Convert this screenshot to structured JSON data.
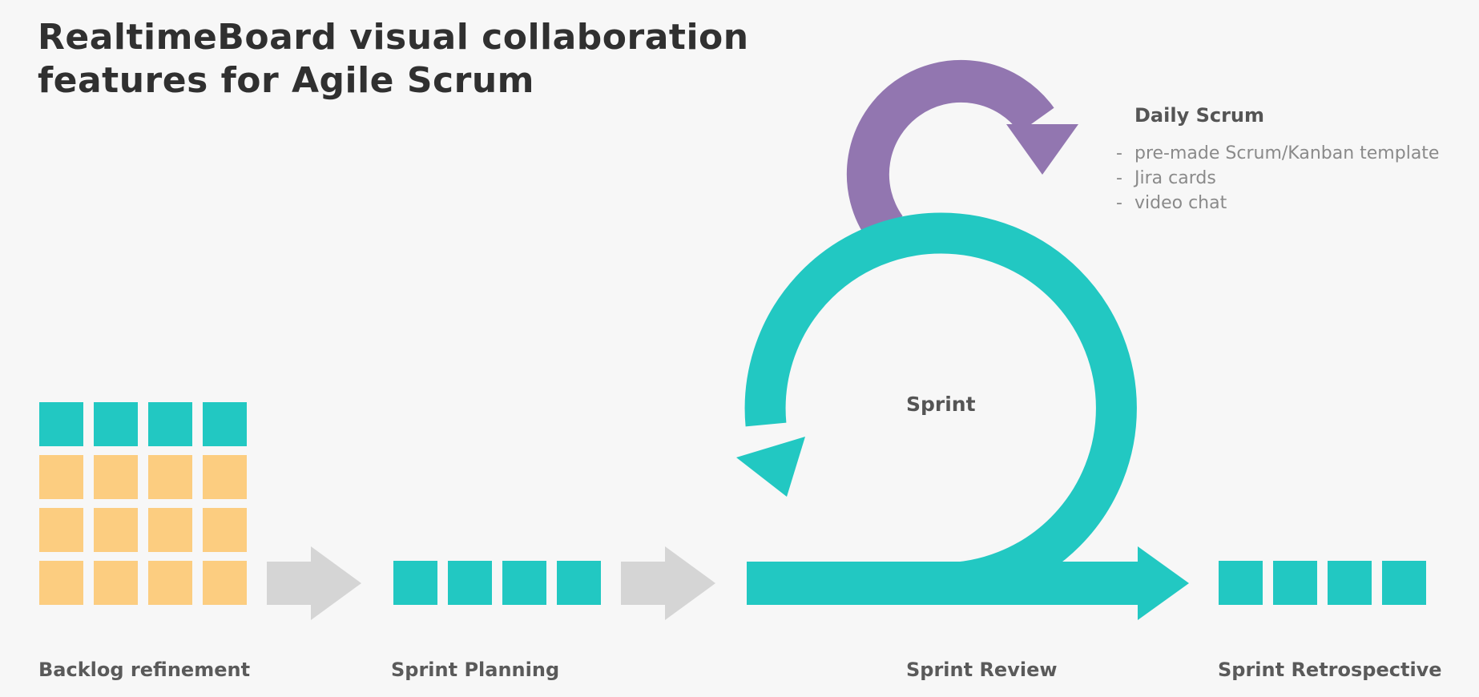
{
  "title": {
    "line1": "RealtimeBoard visual collaboration",
    "line2": "features for Agile Scrum"
  },
  "colors": {
    "background": "#f7f7f7",
    "teal": "#22c8c2",
    "orange": "#fccd80",
    "purple": "#9276b0",
    "grey_arrow": "#d5d5d5",
    "text_dark": "#303030",
    "text_medium": "#555555",
    "text_light": "#8a8a8a"
  },
  "daily_scrum": {
    "heading": "Daily Scrum",
    "features": [
      {
        "dash": "-",
        "text": "pre-made Scrum/Kanban template"
      },
      {
        "dash": "-",
        "text": "Jira cards"
      },
      {
        "dash": "-",
        "text": "video chat"
      }
    ]
  },
  "sprint": {
    "label": "Sprint"
  },
  "stages": {
    "backlog": "Backlog refinement",
    "planning": "Sprint Planning",
    "review": "Sprint Review",
    "retrospective": "Sprint Retrospective"
  },
  "backlog_grid": {
    "rows": 4,
    "columns": 4,
    "row_colors": [
      "teal",
      "orange",
      "orange",
      "orange"
    ]
  },
  "planning_cards": 4,
  "retrospective_cards": 4
}
